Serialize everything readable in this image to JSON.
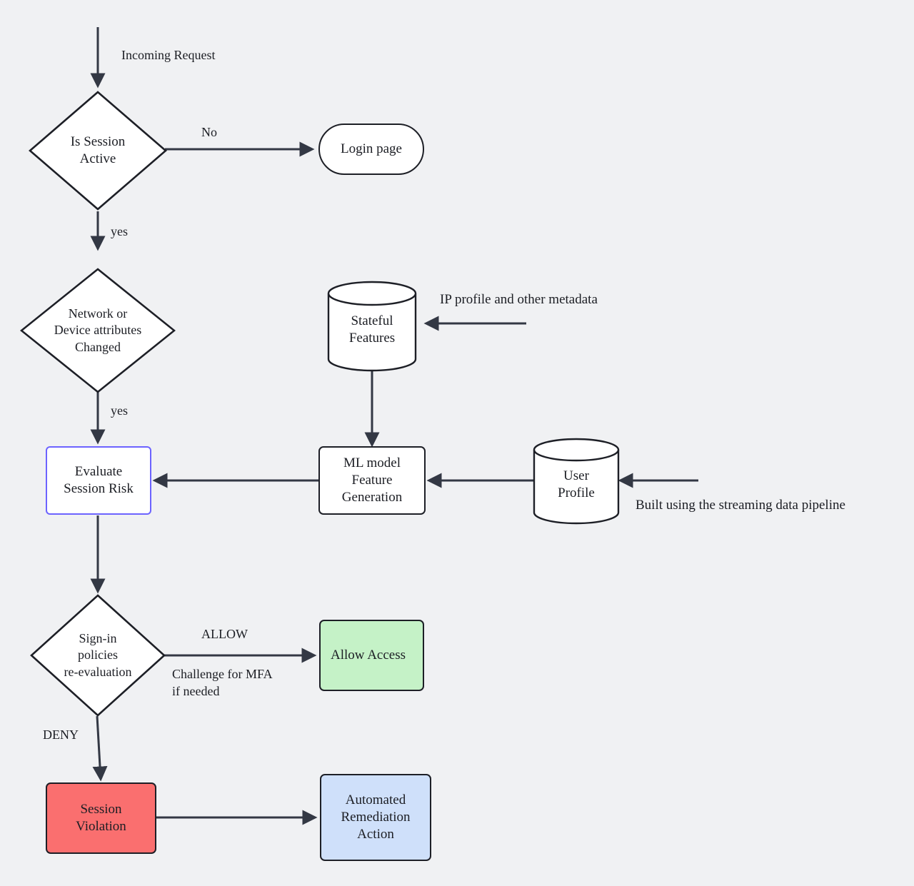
{
  "diagram": {
    "title": "Session Risk Evaluation Flowchart",
    "background_color": "#f0f1f3",
    "edge_color": "#333844",
    "node_border_color": "#1d1f26",
    "accent_border_color": "#6c63ff",
    "fill_green": "#c5f2c7",
    "fill_red": "#fa6f6f",
    "fill_blue": "#cfe0fa"
  },
  "nodes": {
    "is_session_active": "Is Session\nActive",
    "login_page": "Login page",
    "network_device_changed": "Network or\nDevice attributes\nChanged",
    "stateful_features": "Stateful\nFeatures",
    "evaluate_session_risk": "Evaluate\nSession Risk",
    "ml_feature_generation": "ML model\nFeature\nGeneration",
    "user_profile": "User\nProfile",
    "signin_policies": "Sign-in\npolicies\nre-evaluation",
    "allow_access": "Allow Access",
    "session_violation": "Session\nViolation",
    "automated_remediation": "Automated\nRemediation\nAction"
  },
  "edge_labels": {
    "incoming_request": "Incoming Request",
    "no": "No",
    "yes_1": "yes",
    "yes_2": "yes",
    "allow": "ALLOW",
    "challenge_mfa": "Challenge for MFA\nif needed",
    "deny": "DENY"
  },
  "annotations": {
    "ip_profile": "IP profile and other metadata",
    "streaming_pipeline": "Built using the streaming data pipeline"
  }
}
